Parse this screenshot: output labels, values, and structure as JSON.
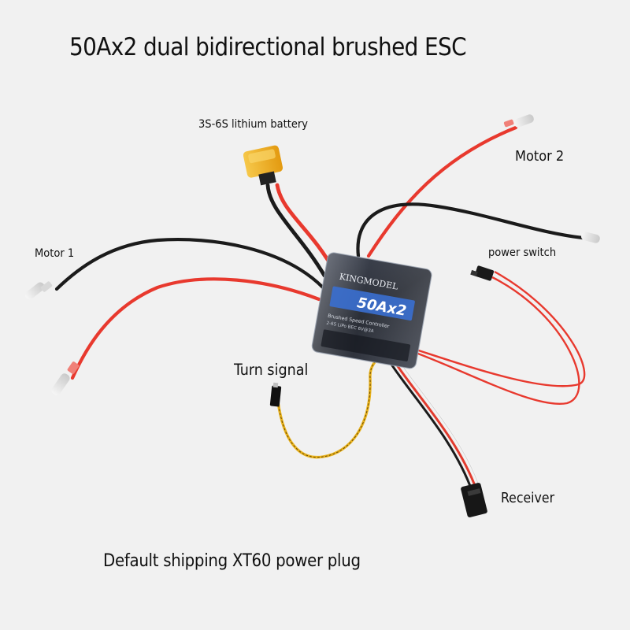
{
  "title": "50Ax2 dual bidirectional brushed ESC",
  "labels": {
    "battery": "3S-6S lithium battery",
    "motor2": "Motor 2",
    "motor1": "Motor 1",
    "power_switch": "power switch",
    "turn_signal": "Turn signal",
    "receiver": "Receiver"
  },
  "footer": "Default shipping XT60 power plug",
  "esc": {
    "brand": "KINGMODEL",
    "model": "50Ax2",
    "subtitle": "Brushed Speed Controller",
    "spec": "2-6S LiPo   BEC 6V@3A"
  },
  "colors": {
    "background": "#f1f1f1",
    "red_wire": "#e8392e",
    "black_wire": "#1b1b1b",
    "yellow_wire": "#e8b21c",
    "xt60": "#f2b320",
    "esc_body": "#2b2f3a",
    "esc_accent": "#3a6fd0"
  }
}
